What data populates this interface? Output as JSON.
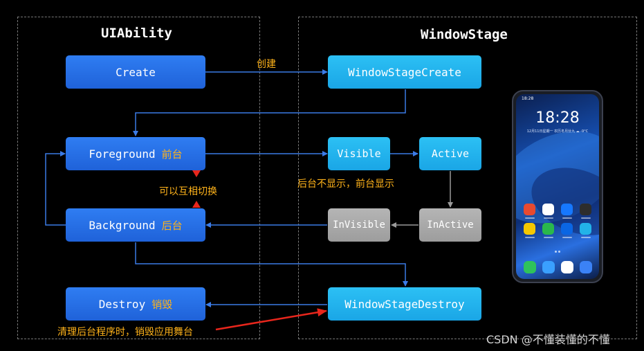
{
  "regions": {
    "uiability": {
      "title": "UIAbility"
    },
    "windowstage": {
      "title": "WindowStage"
    }
  },
  "nodes": {
    "create": {
      "label": "Create"
    },
    "foreground": {
      "label": "Foreground",
      "annotation": "前台"
    },
    "background": {
      "label": "Background",
      "annotation": "后台"
    },
    "destroy": {
      "label": "Destroy",
      "annotation": "销毁"
    },
    "window_stage_create": {
      "label": "WindowStageCreate"
    },
    "visible": {
      "label": "Visible"
    },
    "active": {
      "label": "Active"
    },
    "inactive": {
      "label": "InActive"
    },
    "invisible": {
      "label": "InVisible"
    },
    "window_stage_destroy": {
      "label": "WindowStageDestroy"
    }
  },
  "edges": {
    "create_label": "创建"
  },
  "notes": {
    "switch": "可以互相切换",
    "visible_state": "后台不显示，前台显示",
    "cleanup": "清理后台程序时，销毁应用舞台"
  },
  "phone": {
    "status_time": "18:28",
    "clock": "18:28",
    "subclock": "12月11日星期一  农历冬月廿九  ☁ -9°C"
  },
  "watermark": "CSDN @不懂装懂的不懂",
  "colors": {
    "blue_node": "#1f62d9",
    "cyan_node": "#1aa6e6",
    "gray_node": "#a8a8a8",
    "connector": "#3b7be6",
    "annotation": "#ffb31a",
    "highlight_arrow": "#e8261c"
  }
}
